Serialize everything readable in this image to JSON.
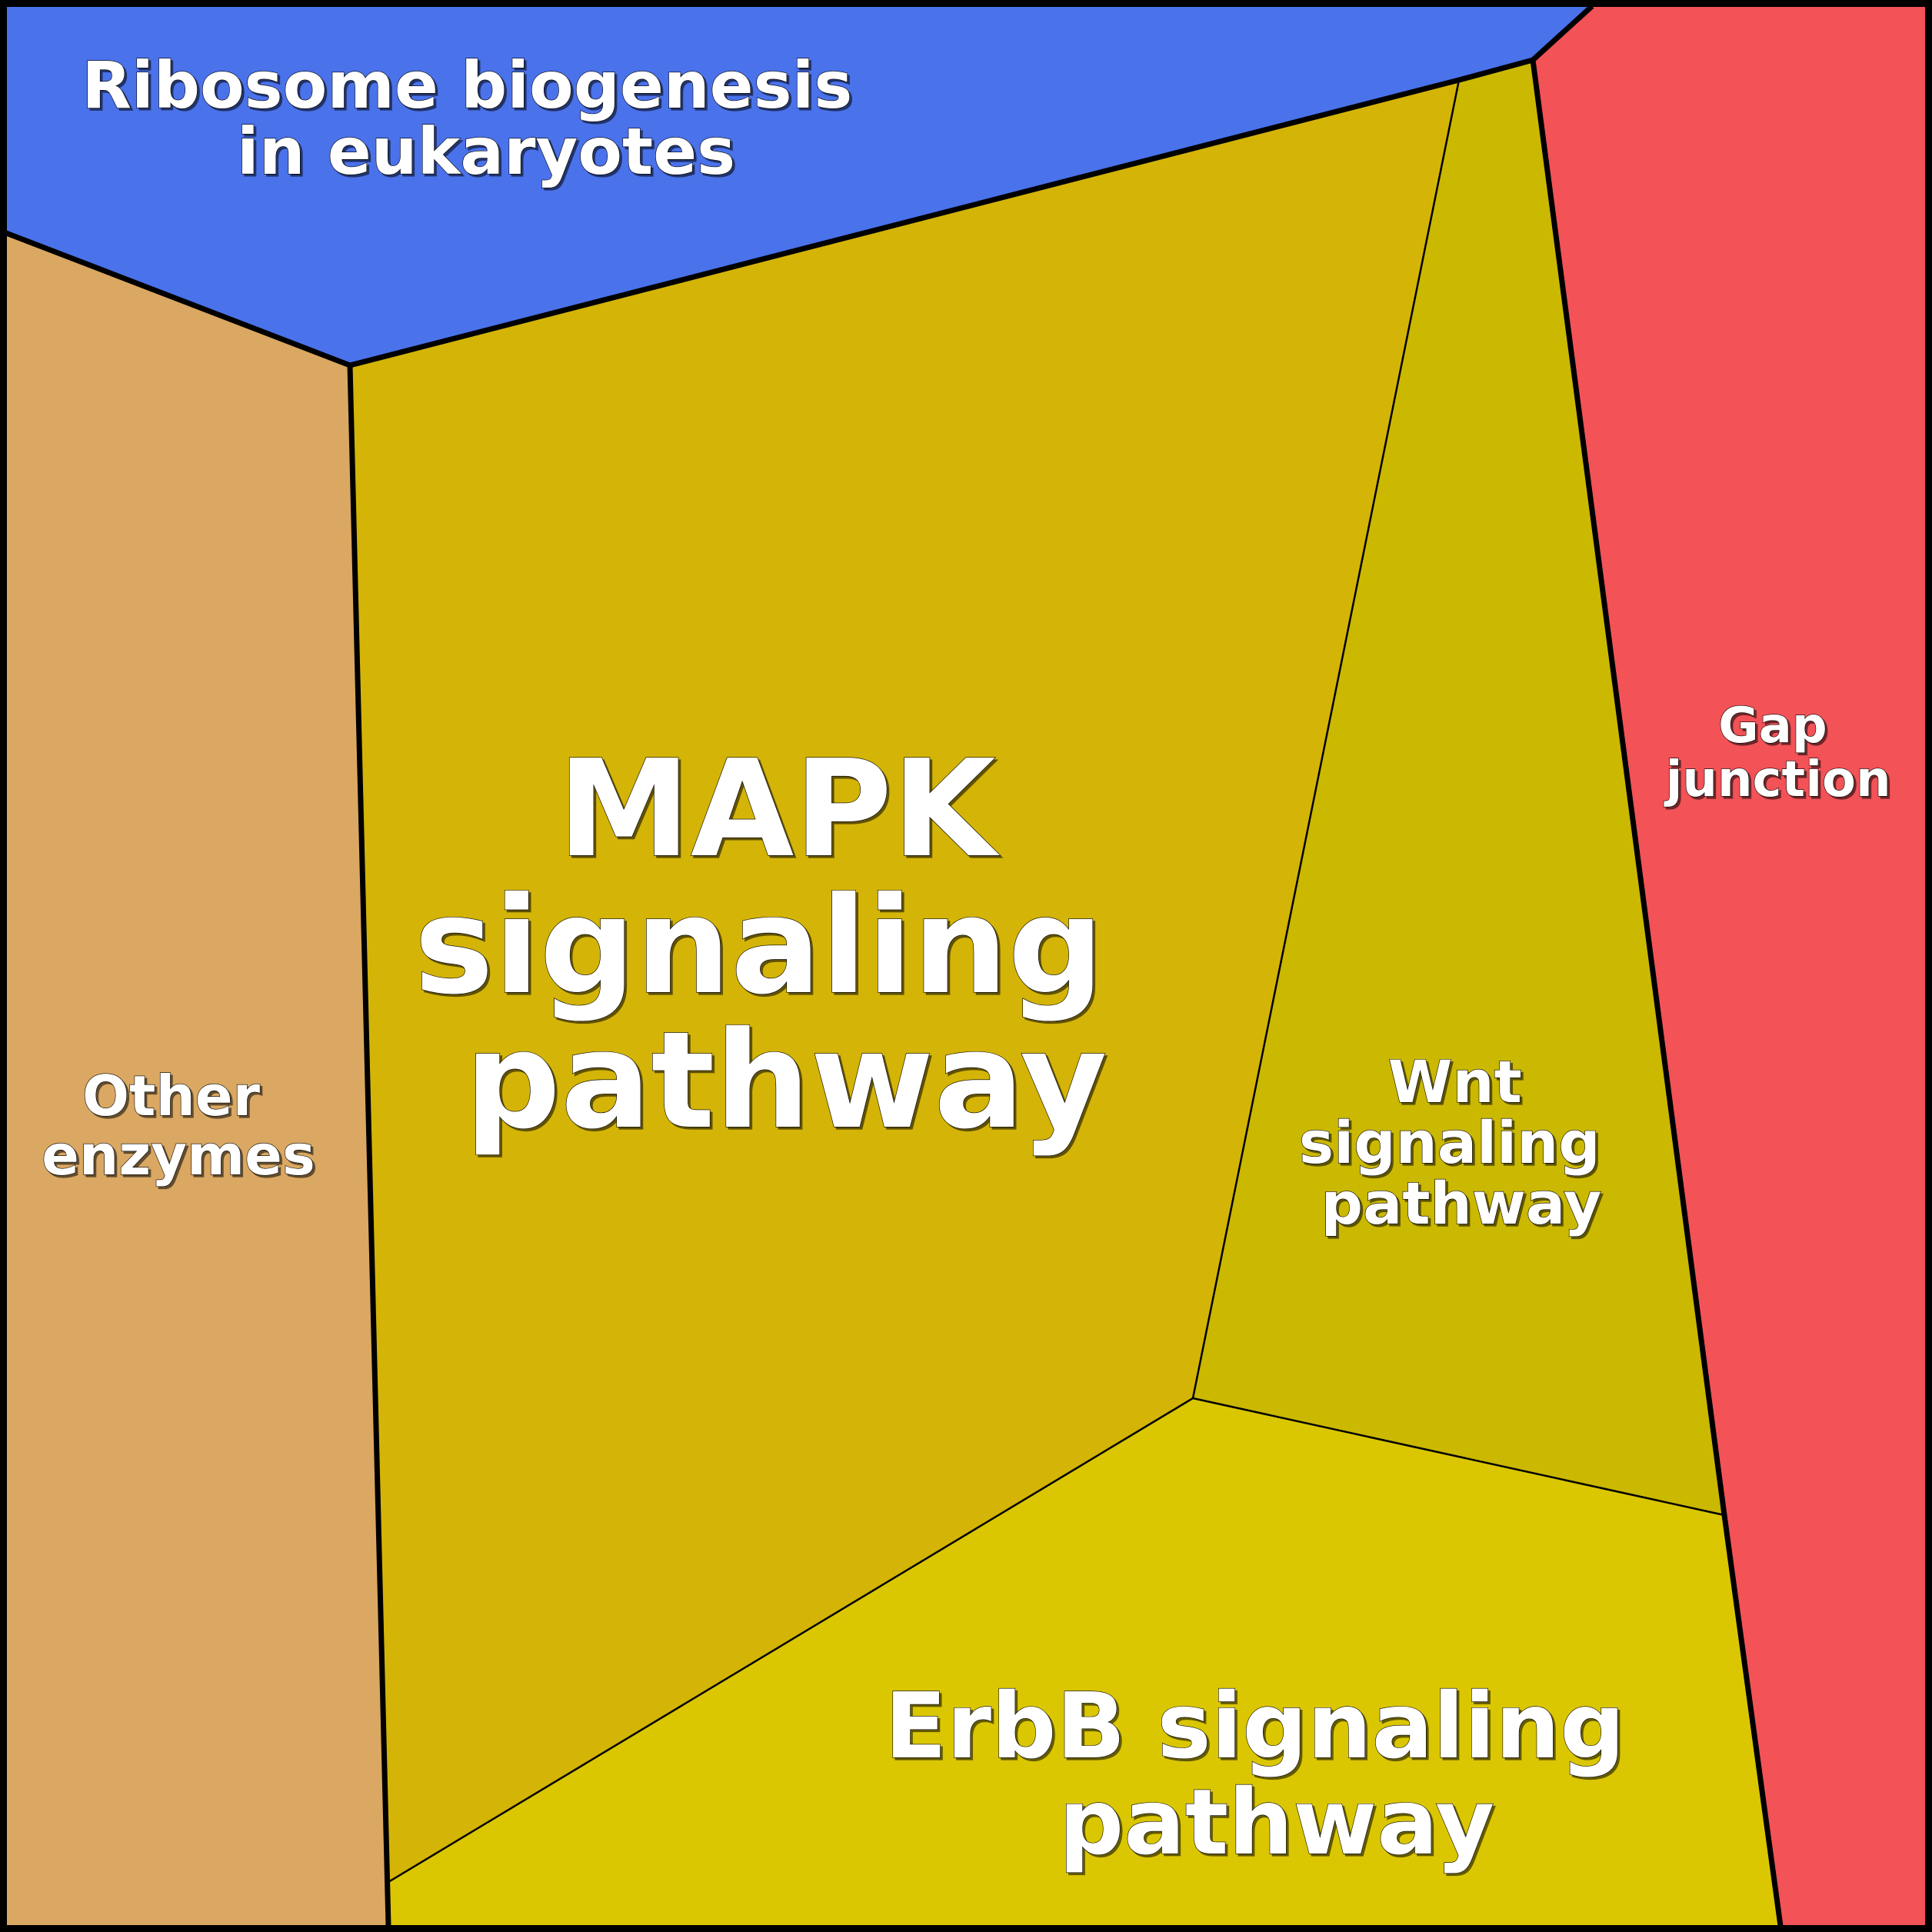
{
  "title": "Voronoi treemap of pathway categories",
  "colors": {
    "border": "#000000",
    "label_text": "#ffffff"
  },
  "cells": [
    {
      "id": "ribosome",
      "label_lines": [
        "Ribosome biogenesis",
        "in eukaryotes"
      ],
      "color": "#4a72ea",
      "group": "ribosome",
      "level": "top"
    },
    {
      "id": "gap-junction",
      "label_lines": [
        "Gap",
        "junction"
      ],
      "color": "#f35257",
      "group": "gap-junction",
      "level": "top"
    },
    {
      "id": "other-enzymes",
      "label_lines": [
        "Other",
        "enzymes"
      ],
      "color": "#daa862",
      "group": "other-enzymes",
      "level": "top"
    },
    {
      "id": "mapk",
      "label_lines": [
        "MAPK",
        "signaling",
        "pathway"
      ],
      "color": "#d4b407",
      "group": "signaling",
      "level": "sub"
    },
    {
      "id": "wnt",
      "label_lines": [
        "Wnt",
        "signaling",
        "pathway"
      ],
      "color": "#cbb801",
      "group": "signaling",
      "level": "sub"
    },
    {
      "id": "erbb",
      "label_lines": [
        "ErbB signaling",
        "pathway"
      ],
      "color": "#dbc701",
      "group": "signaling",
      "level": "sub"
    }
  ]
}
